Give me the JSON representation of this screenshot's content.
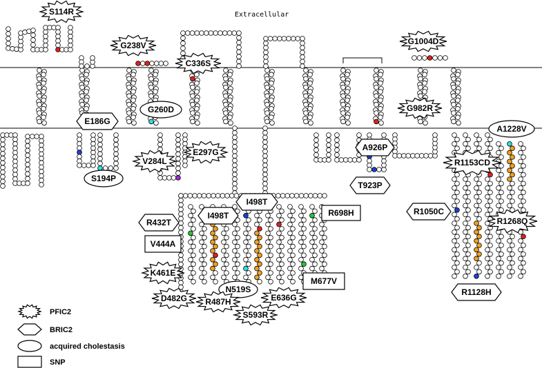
{
  "region_label": "Extracellular",
  "colors": {
    "residue_fill": "#ffffff",
    "residue_stroke": "#000000",
    "pfic2": "#e02020",
    "bric2": "#1f3fd6",
    "acquired": "#2ee0e0",
    "snp": "#22c63a",
    "other": "#f0a020",
    "special": "#9b2bd6"
  },
  "variants": [
    {
      "id": "S114R",
      "type": "PFIC2"
    },
    {
      "id": "G238V",
      "type": "PFIC2"
    },
    {
      "id": "C336S",
      "type": "PFIC2"
    },
    {
      "id": "G1004D",
      "type": "PFIC2"
    },
    {
      "id": "E186G",
      "type": "BRIC2"
    },
    {
      "id": "G260D",
      "type": "acquired cholestasis"
    },
    {
      "id": "G982R",
      "type": "PFIC2"
    },
    {
      "id": "A1228V",
      "type": "acquired cholestasis"
    },
    {
      "id": "V284L",
      "type": "PFIC2"
    },
    {
      "id": "E297G",
      "type": "PFIC2"
    },
    {
      "id": "A926P",
      "type": "BRIC2"
    },
    {
      "id": "S194P",
      "type": "acquired cholestasis"
    },
    {
      "id": "R1153CD",
      "type": "PFIC2"
    },
    {
      "id": "T923P",
      "type": "BRIC2"
    },
    {
      "id": "I498T",
      "type": "BRIC2"
    },
    {
      "id": "R432T",
      "type": "BRIC2"
    },
    {
      "id": "I498T",
      "type": "BRIC2"
    },
    {
      "id": "R698H",
      "type": "SNP"
    },
    {
      "id": "R1050C",
      "type": "BRIC2"
    },
    {
      "id": "R1268Q",
      "type": "PFIC2"
    },
    {
      "id": "V444A",
      "type": "SNP"
    },
    {
      "id": "K461E",
      "type": "PFIC2"
    },
    {
      "id": "M677V",
      "type": "SNP"
    },
    {
      "id": "N519S",
      "type": "acquired cholestasis"
    },
    {
      "id": "D482G",
      "type": "PFIC2"
    },
    {
      "id": "R487H",
      "type": "PFIC2"
    },
    {
      "id": "E636G",
      "type": "PFIC2"
    },
    {
      "id": "S593R",
      "type": "PFIC2"
    },
    {
      "id": "R1128H",
      "type": "BRIC2"
    }
  ],
  "legend": [
    {
      "label": "PFIC2",
      "symbol": "burst"
    },
    {
      "label": "BRIC2",
      "symbol": "hexagon"
    },
    {
      "label": "acquired cholestasis",
      "symbol": "ellipse"
    },
    {
      "label": "SNP",
      "symbol": "rectangle"
    }
  ]
}
